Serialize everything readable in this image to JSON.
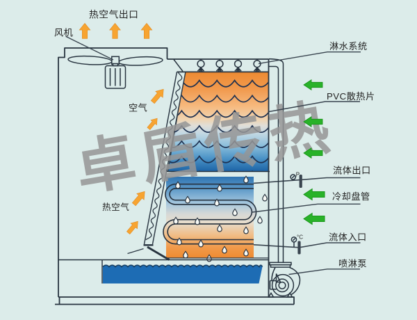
{
  "figure": {
    "type": "cooling-tower-schematic",
    "watermark": {
      "text": "卓盾传热",
      "color": "#8d8d8d"
    },
    "top_label": "热空气出口",
    "left_labels": {
      "fan": "风机",
      "air": "空气",
      "hot_air": "热空气"
    },
    "right_labels": {
      "spray_system": "淋水系统",
      "pvc_fins": "PVC散热片",
      "fluid_outlet": "流体出口",
      "cooling_coil": "冷却盘管",
      "fluid_inlet": "流体入口",
      "spray_pump": "喷淋泵"
    },
    "gauges": {
      "pressure": "P",
      "temperature": "°C"
    },
    "colors": {
      "background": "#dcecea",
      "line": "#27333f",
      "hot_orange": "#ee8a31",
      "cold_blue": "#1c63a6",
      "water_blue": "#1d6cb4",
      "air_arrow_orange": "#f7a431",
      "flow_arrow_green": "#29b229",
      "watermark_gray": "#8d8d8d"
    }
  }
}
